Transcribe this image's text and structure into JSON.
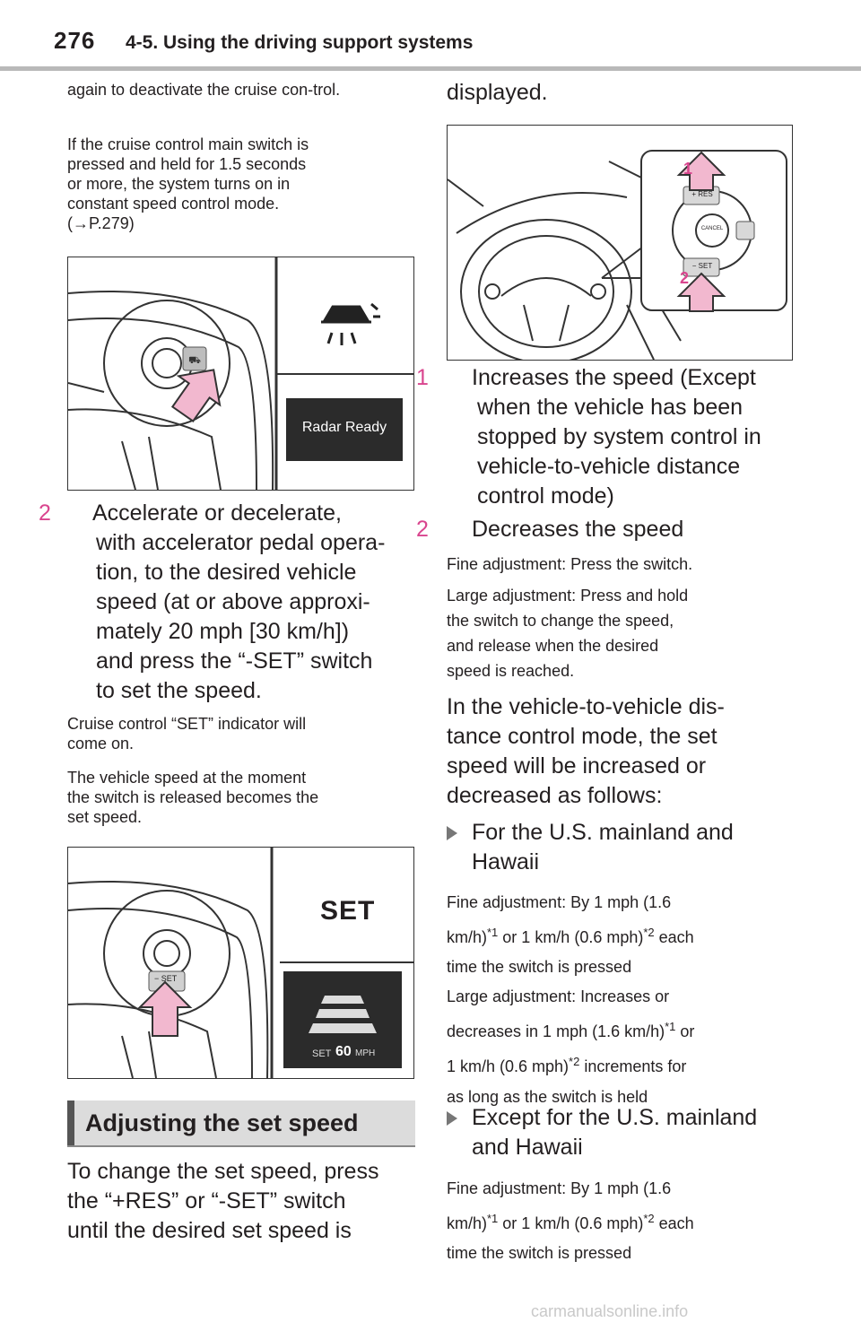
{
  "header": {
    "page_number": "276",
    "section_title": "4-5. Using the driving support systems"
  },
  "left": {
    "p1": "again to deactivate the cruise con-trol.",
    "p2_lines": [
      "If the cruise control main switch is",
      "pressed and held for 1.5 seconds",
      "or more, the system turns on in",
      "constant speed control mode."
    ],
    "p2_ref_arrow": "→",
    "p2_ref": "P.279)",
    "p2_ref_open": "(",
    "fig1_display_label": "Radar Ready",
    "step2_num": "2",
    "step2_lines": [
      "Accelerate or decelerate,",
      "with accelerator pedal opera-",
      "tion, to the desired vehicle",
      "speed (at or above approxi-",
      "mately 20 mph [30 km/h])",
      "and press the “-SET” switch",
      "to set the speed."
    ],
    "note1_lines": [
      "Cruise control “SET” indicator will",
      "come on."
    ],
    "note2_lines": [
      "The vehicle speed at the moment",
      "the switch is released becomes the",
      "set speed."
    ],
    "fig2_set_label": "SET",
    "fig2_switch_label": "− SET",
    "fig2_display_set": "SET",
    "fig2_display_speed": "60",
    "fig2_display_unit": "MPH",
    "heading": "Adjusting the set speed",
    "para_lines": [
      "To change the set speed, press",
      "the “+RES” or “-SET” switch",
      "until the desired set speed is"
    ]
  },
  "right": {
    "top_line": "displayed.",
    "fig3_res": "+ RES",
    "fig3_cancel": "CANCEL",
    "fig3_set": "− SET",
    "fig3_callout1": "1",
    "fig3_callout2": "2",
    "item1_num": "1",
    "item1_lines": [
      "Increases the speed (Except",
      "when the vehicle has been",
      "stopped by system control in",
      "vehicle-to-vehicle distance",
      "control mode)"
    ],
    "item2_num": "2",
    "item2_text": "Decreases the speed",
    "fine1": "Fine adjustment: Press the switch.",
    "large1_lines": [
      "Large adjustment: Press and hold",
      "the switch to change the speed,",
      "and release when the desired",
      "speed is reached."
    ],
    "mode_lines": [
      "In the vehicle-to-vehicle dis-",
      "tance control mode, the set",
      "speed will be increased or",
      "decreased as follows:"
    ],
    "bullet1_lines": [
      "For the U.S. mainland and",
      "Hawaii"
    ],
    "b1_fine_a": "Fine adjustment: By 1 mph (1.6",
    "b1_fine_b": "km/h)",
    "b1_fine_sup1": "*1",
    "b1_fine_c": " or 1 km/h (0.6 mph)",
    "b1_fine_sup2": "*2",
    "b1_fine_d": " each",
    "b1_fine_e": "time the switch is pressed",
    "b1_large_a": "Large adjustment: Increases or",
    "b1_large_b": "decreases in 1 mph (1.6 km/h)",
    "b1_large_sup1": "*1",
    "b1_large_c": " or",
    "b1_large_d": "1 km/h (0.6 mph)",
    "b1_large_sup2": "*2",
    "b1_large_e": " increments for",
    "b1_large_f": "as long as the switch is held",
    "bullet2_lines": [
      "Except for the U.S. mainland",
      "and Hawaii"
    ],
    "b2_fine_a": "Fine adjustment: By 1 mph (1.6",
    "b2_fine_b": "km/h)",
    "b2_fine_sup1": "*1",
    "b2_fine_c": " or 1 km/h (0.6 mph)",
    "b2_fine_sup2": "*2",
    "b2_fine_d": " each",
    "b2_fine_e": "time the switch is pressed"
  },
  "watermark": "carmanualsonline.info",
  "colors": {
    "accent_number": "#d9458e",
    "arrow_fill": "#f2b8cf",
    "heading_bg": "#dcdcdc"
  }
}
